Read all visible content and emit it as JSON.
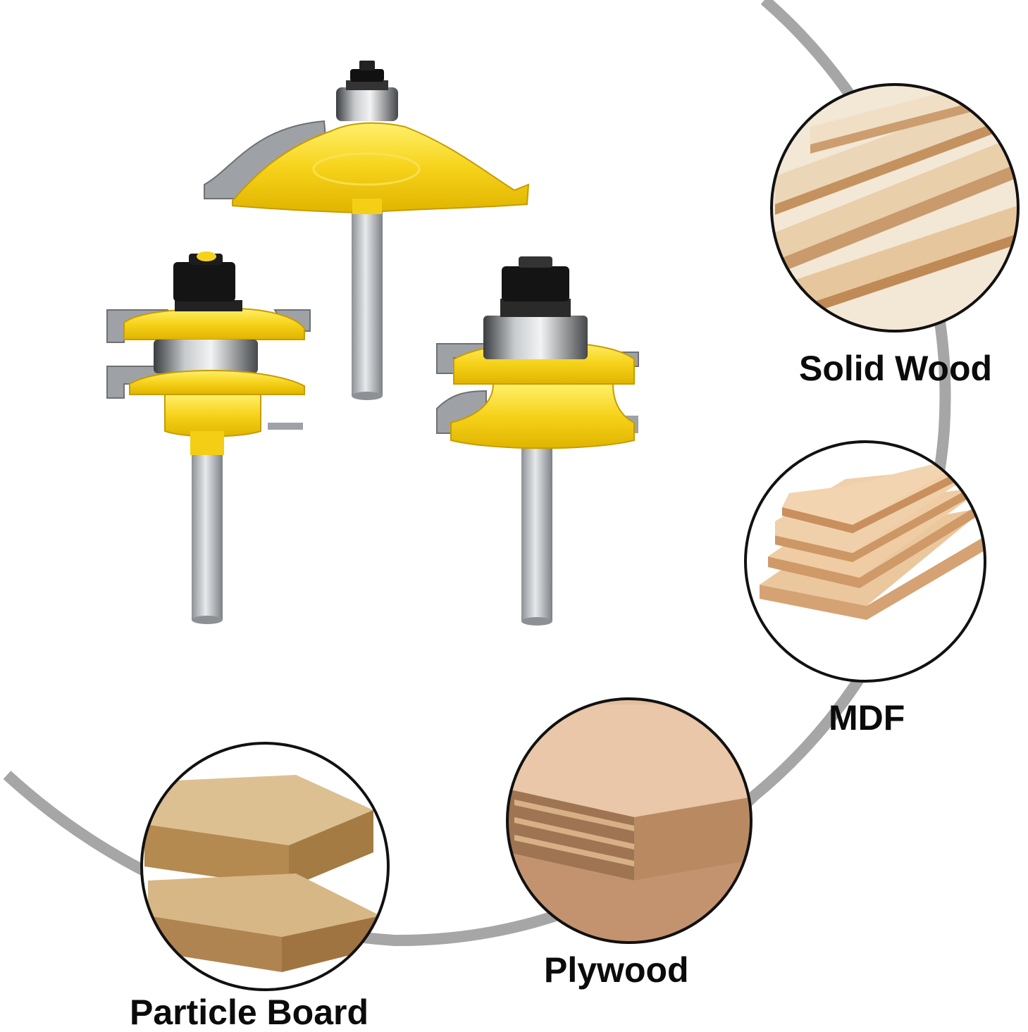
{
  "materials": {
    "solid_wood": "Solid Wood",
    "mdf": "MDF",
    "plywood": "Plywood",
    "particle_board": "Particle Board"
  },
  "colors": {
    "accent_yellow": "#f5d21c",
    "steel": "#b9bcc0",
    "arc_gray": "#a6a6a6",
    "wood_light": "#e6c9a2",
    "wood_mid": "#d2a679",
    "particle": "#d8b47a",
    "outline": "#111111"
  },
  "icons": [
    "router-bit-raised-panel",
    "router-bit-rail",
    "router-bit-stile",
    "solid-wood-swatch",
    "mdf-swatch",
    "plywood-swatch",
    "particle-board-swatch"
  ]
}
